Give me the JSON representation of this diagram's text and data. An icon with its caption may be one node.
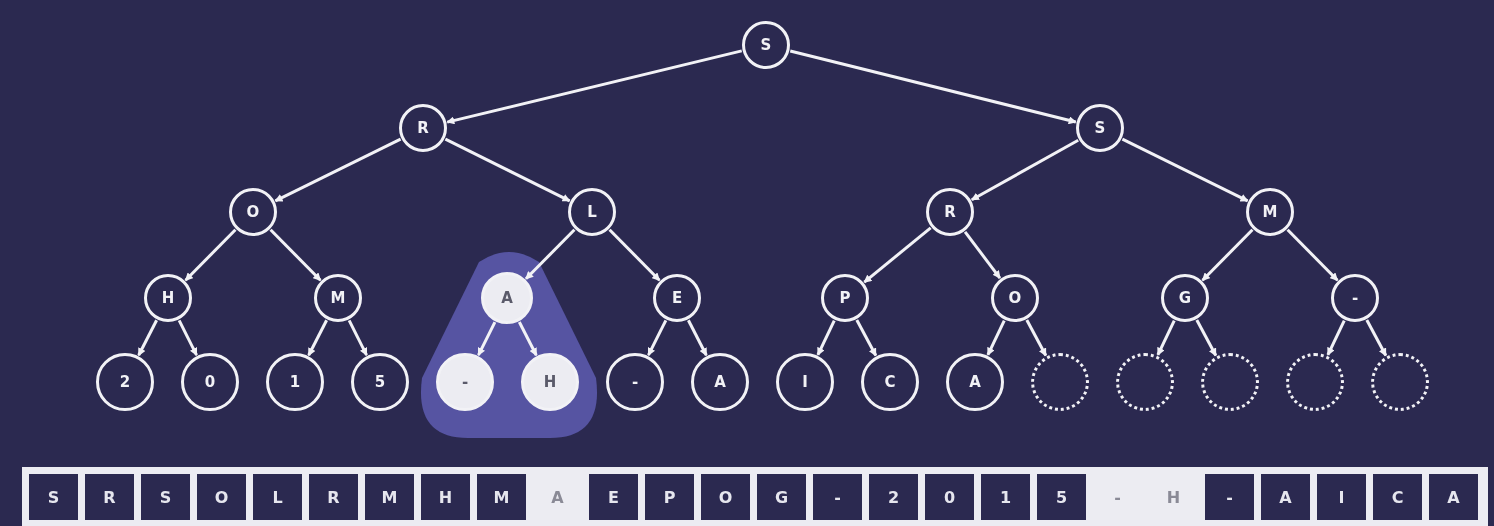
{
  "diagram": {
    "nodes": [
      {
        "text": [
          "S"
        ]
      },
      {
        "text": [
          "R"
        ]
      },
      {
        "text": [
          "S"
        ]
      },
      {
        "text": [
          "O"
        ]
      },
      {
        "text": [
          "L"
        ]
      },
      {
        "text": [
          "R"
        ]
      },
      {
        "text": [
          "M"
        ]
      },
      {
        "text": [
          "H"
        ]
      },
      {
        "text": [
          "M"
        ]
      },
      {
        "text": [],
        "shape": "triangle"
      },
      {
        "text": [
          "A"
        ],
        "in": 9
      },
      {
        "text": [
          "E"
        ]
      },
      {
        "text": [
          "P"
        ]
      },
      {
        "text": [
          "O"
        ]
      },
      {
        "text": [
          "G"
        ]
      },
      {
        "text": [
          "-"
        ]
      },
      {
        "text": [
          "2"
        ]
      },
      {
        "text": [
          "0"
        ]
      },
      {
        "text": [
          "1"
        ]
      },
      {
        "text": [
          "5"
        ]
      },
      {
        "text": [
          "-"
        ],
        "in": 9
      },
      {
        "text": [
          "H"
        ],
        "in": 9
      },
      {
        "text": [
          "-"
        ]
      },
      {
        "text": [
          "A"
        ]
      },
      {
        "text": [
          "I"
        ]
      },
      {
        "text": [
          "C"
        ]
      },
      {
        "text": [
          "A"
        ]
      },
      {
        "text": [],
        "shape": "circle"
      },
      {
        "text": [],
        "shape": "circle"
      },
      {
        "text": [],
        "shape": "circle"
      },
      {
        "text": [],
        "shape": "circle"
      },
      {
        "text": [],
        "shape": "circle"
      }
    ],
    "edges": [
      {
        "from": 0,
        "to": 1,
        "arrow": "to"
      },
      {
        "from": 0,
        "to": 2,
        "arrow": "to"
      },
      {
        "from": 1,
        "to": 3,
        "arrow": "to"
      },
      {
        "from": 1,
        "to": 4,
        "arrow": "to"
      },
      {
        "from": 2,
        "to": 5,
        "arrow": "to"
      },
      {
        "from": 2,
        "to": 6,
        "arrow": "to"
      },
      {
        "from": 3,
        "to": 7,
        "arrow": "to"
      },
      {
        "from": 3,
        "to": 8,
        "arrow": "to"
      },
      {
        "from": 4,
        "to": 10,
        "arrow": "to"
      },
      {
        "from": 4,
        "to": 11,
        "arrow": "to"
      },
      {
        "from": 5,
        "to": 12,
        "arrow": "to"
      },
      {
        "from": 5,
        "to": 13,
        "arrow": "to"
      },
      {
        "from": 6,
        "to": 14,
        "arrow": "to"
      },
      {
        "from": 6,
        "to": 15,
        "arrow": "to"
      },
      {
        "from": 7,
        "to": 16,
        "arrow": "to"
      },
      {
        "from": 7,
        "to": 17,
        "arrow": "to"
      },
      {
        "from": 8,
        "to": 18,
        "arrow": "to"
      },
      {
        "from": 8,
        "to": 19,
        "arrow": "to"
      },
      {
        "from": 10,
        "to": 20,
        "arrow": "to"
      },
      {
        "from": 10,
        "to": 21,
        "arrow": "to"
      },
      {
        "from": 11,
        "to": 22,
        "arrow": "to"
      },
      {
        "from": 11,
        "to": 23,
        "arrow": "to"
      },
      {
        "from": 12,
        "to": 24,
        "arrow": "to"
      },
      {
        "from": 12,
        "to": 25,
        "arrow": "to"
      },
      {
        "from": 13,
        "to": 26,
        "arrow": "to"
      },
      {
        "from": 13,
        "to": 27,
        "arrow": "to"
      },
      {
        "from": 14,
        "to": 28,
        "arrow": "to"
      },
      {
        "from": 14,
        "to": 29,
        "arrow": "to"
      },
      {
        "from": 15,
        "to": 30,
        "arrow": "to"
      },
      {
        "from": 15,
        "to": 31,
        "arrow": "to"
      }
    ],
    "labels": [
      "S",
      "R",
      "S",
      "O",
      "L",
      "R",
      "M",
      "H",
      "M",
      "A",
      "E",
      "P",
      "O",
      "G",
      "-",
      "2",
      "0",
      "1",
      "5",
      "-",
      "H",
      "-",
      "A",
      "I",
      "C",
      "A"
    ]
  }
}
